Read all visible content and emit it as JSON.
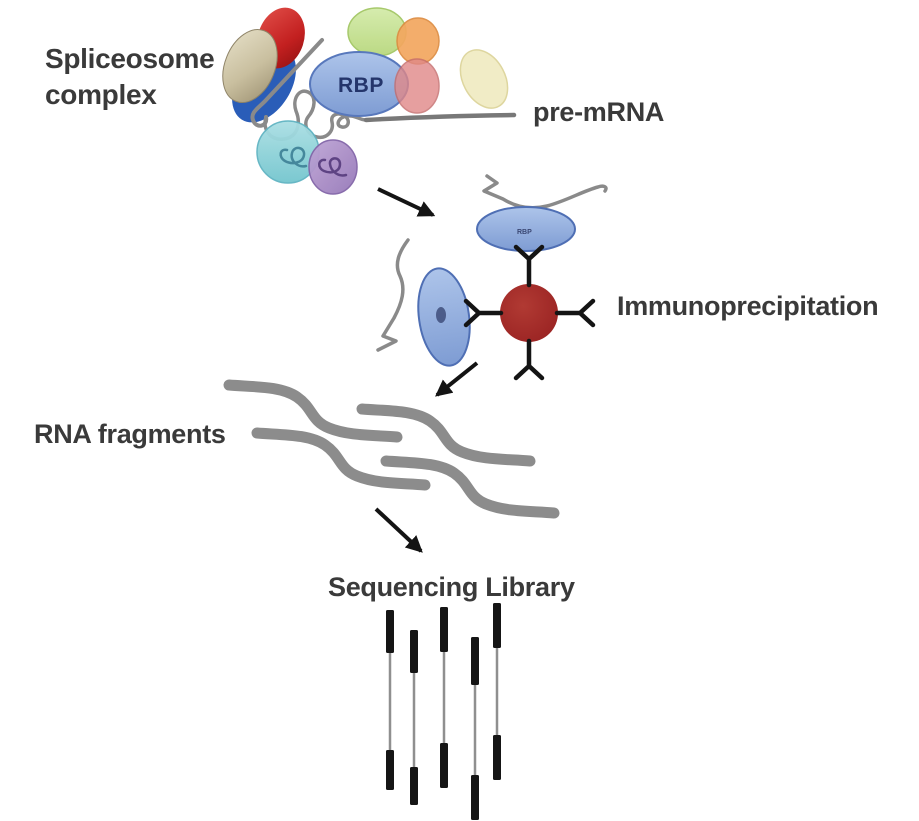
{
  "figure": {
    "type": "workflow-diagram",
    "background": "#ffffff",
    "stage_sequence": [
      "Spliceosome complex",
      "Immunoprecipitation",
      "RNA fragments",
      "Sequencing Library"
    ]
  },
  "labels": {
    "spliceosome_line1": "Spliceosome",
    "spliceosome_line2": "complex",
    "rbp": "RBP",
    "rbp_small": "RBP",
    "pre_mrna": "pre-mRNA",
    "immunoprecipitation": "Immunoprecipitation",
    "rna_fragments": "RNA fragments",
    "sequencing_library": "Sequencing Library"
  },
  "counts": {
    "rna_fragments": 4,
    "library_molecules": 5,
    "antibody_arms": 4,
    "captured_rbp_proteins": 2
  },
  "colors": {
    "text": "#3a3a3a",
    "rna_strand": "#8a8a8a",
    "pre_mrna_line": "#787878",
    "fragment": "#8c8c8c",
    "bead": "#a32c2c",
    "antibody": "#141414",
    "arrow": "#141414",
    "adapter": "#151515",
    "insert": "#8f8f8f",
    "rbp_stroke": "#5878bc",
    "spliceosome": {
      "tan": "#c9bf9f",
      "dark_blue": "#2a5db8",
      "red": "#c32020",
      "green": "#c9e495",
      "orange": "#f3a75f",
      "salmon": "#e08888",
      "pale_yellow": "#f1ecc6",
      "cyan": "#8ed8dc",
      "purple": "#b193cc"
    }
  }
}
